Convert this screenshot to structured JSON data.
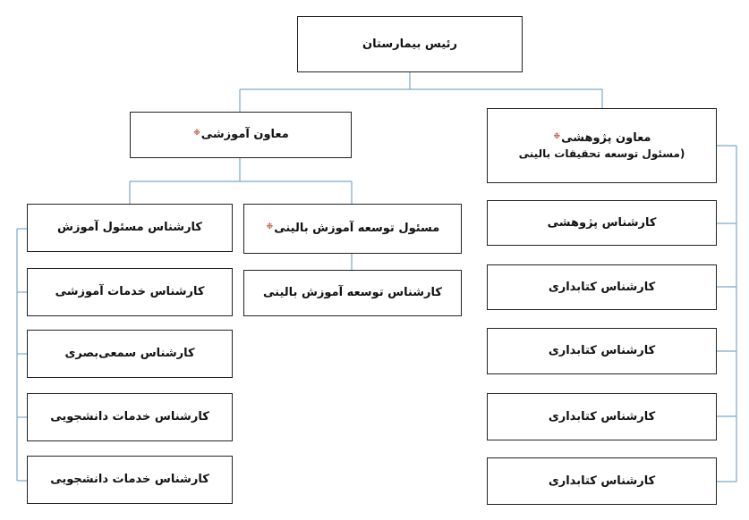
{
  "colors": {
    "connector": "#7aaac8",
    "border": "#222222",
    "star": "#c0392b"
  },
  "root": {
    "label": "رئیس بیمارستان"
  },
  "education_deputy": {
    "label": "معاون آموزشی",
    "marker": "❉"
  },
  "research_deputy": {
    "label": "معاون پژوهشی",
    "marker": "❉",
    "sub_label": "(مسئول توسعه تحقیقات بالینی"
  },
  "clinical_education_officer": {
    "label": "مسئول توسعه آموزش بالینی",
    "marker": "❉"
  },
  "clinical_education_expert": {
    "label": "کارشناس توسعه آموزش بالینی"
  },
  "education_staff": [
    {
      "label": "کارشناس مسئول آموزش"
    },
    {
      "label": "کارشناس خدمات آموزشی"
    },
    {
      "label": "کارشناس سمعی‌بصری"
    },
    {
      "label": "کارشناس خدمات دانشجویی"
    },
    {
      "label": "کارشناس خدمات دانشجویی"
    }
  ],
  "research_staff": [
    {
      "label": "کارشناس پژوهشی"
    },
    {
      "label": "کارشناس کتابداری"
    },
    {
      "label": "کارشناس کتابداری"
    },
    {
      "label": "کارشناس کتابداری"
    },
    {
      "label": "کارشناس کتابداری"
    }
  ]
}
